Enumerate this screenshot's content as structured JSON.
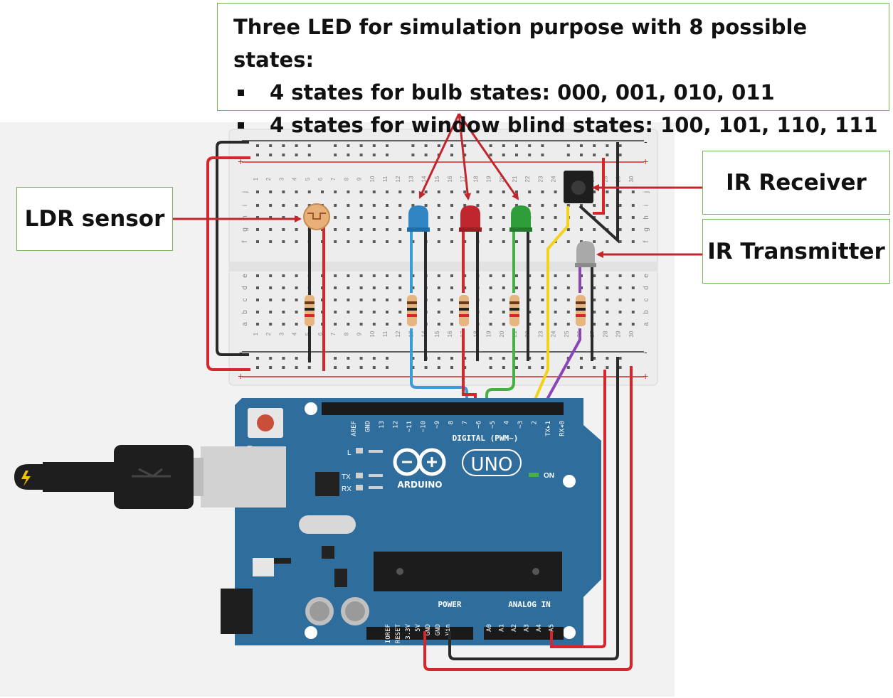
{
  "callouts": {
    "states_title": "Three LED for simulation purpose with 8 possible states:",
    "bulb_states": "4 states for bulb states: 000, 001, 010, 011",
    "blind_states": "4 states for window blind states: 100, 101, 110, 111",
    "ldr": "LDR sensor",
    "ir_receiver": "IR Receiver",
    "ir_transmitter": "IR Transmitter"
  },
  "board": {
    "brand": "ARDUINO",
    "model": "UNO",
    "digital_header": "DIGITAL (PWM~)",
    "power_header": "POWER",
    "analog_header": "ANALOG IN",
    "on_label": "ON",
    "l_label": "L",
    "tx_label": "TX",
    "rx_label": "RX",
    "digital_pins": [
      "AREF",
      "GND",
      "13",
      "12",
      "~11",
      "~10",
      "~9",
      "8",
      "7",
      "~6",
      "~5",
      "4",
      "~3",
      "2",
      "TX▸1",
      "RX◂0"
    ],
    "power_pins": [
      "IOREF",
      "RESET",
      "3.3V",
      "5V",
      "GND",
      "GND",
      "Vin"
    ],
    "analog_pins": [
      "A0",
      "A1",
      "A2",
      "A3",
      "A4",
      "A5"
    ]
  },
  "breadboard": {
    "rail_plus": "+",
    "rail_minus": "-",
    "rows_top": [
      "j",
      "i",
      "h",
      "g",
      "f"
    ],
    "rows_bottom": [
      "e",
      "d",
      "c",
      "b",
      "a"
    ],
    "columns": [
      "1",
      "2",
      "3",
      "4",
      "5",
      "6",
      "7",
      "8",
      "9",
      "10",
      "11",
      "12",
      "13",
      "14",
      "15",
      "16",
      "17",
      "18",
      "19",
      "20",
      "21",
      "22",
      "23",
      "24",
      "25",
      "26",
      "27",
      "28",
      "29",
      "30"
    ]
  },
  "colors": {
    "arrow": "#c0272d",
    "callout_border": "#7ab55c",
    "board": "#2f6e9c",
    "breadboard": "#ededed",
    "wire_red": "#d6262b",
    "wire_black": "#2a2a2a",
    "wire_blue": "#3a9bd8",
    "wire_green": "#46b045",
    "wire_yellow": "#f2d31c",
    "wire_purple": "#8a45b8",
    "led_blue": "#2f86c3",
    "led_red": "#c0272d",
    "led_green": "#2e9e3a",
    "led_grey": "#a9a9a9"
  }
}
